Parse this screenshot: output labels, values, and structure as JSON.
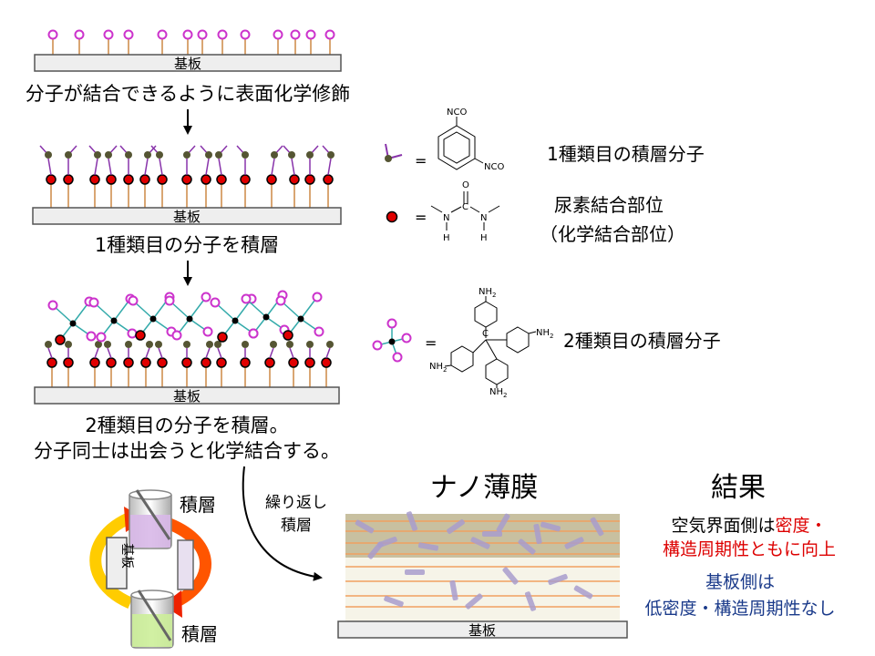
{
  "substrate_label": "基板",
  "steps": {
    "step1_caption": "分子が結合できるように表面化学修飾",
    "step2_caption": "1種類目の分子を積層",
    "step3_caption_line1": "2種類目の分子を積層。",
    "step3_caption_line2": "分子同士は出会うと化学結合する。"
  },
  "legend": {
    "first_molecule": "1種類目の積層分子",
    "urea_site_line1": "尿素結合部位",
    "urea_site_line2": "（化学結合部位）",
    "second_molecule": "2種類目の積層分子",
    "equals": "="
  },
  "chem_labels": {
    "nco": "NCO",
    "n": "N",
    "h": "H",
    "o": "O",
    "c": "C",
    "nh2": "NH",
    "nh2_sub": "2"
  },
  "process": {
    "stack_label": "積層",
    "repeat_line1": "繰り返し",
    "repeat_line2": "積層"
  },
  "film": {
    "title": "ナノ薄膜"
  },
  "result": {
    "title": "結果",
    "air_side_a": "空気界面側は",
    "air_side_b": "密度・",
    "air_side_c": "構造周期性ともに向上",
    "substrate_side_a": "基板側は",
    "substrate_side_b": "低密度・構造周期性なし"
  },
  "colors": {
    "pink": "#cc33cc",
    "red": "#e00000",
    "olive": "#555533",
    "purple": "#8833aa",
    "teal": "#33aaaa",
    "stalk": "#cc8844",
    "substrate_fill": "#eeeeee",
    "result_red": "#dd0000",
    "result_blue": "#1a3a8a"
  }
}
